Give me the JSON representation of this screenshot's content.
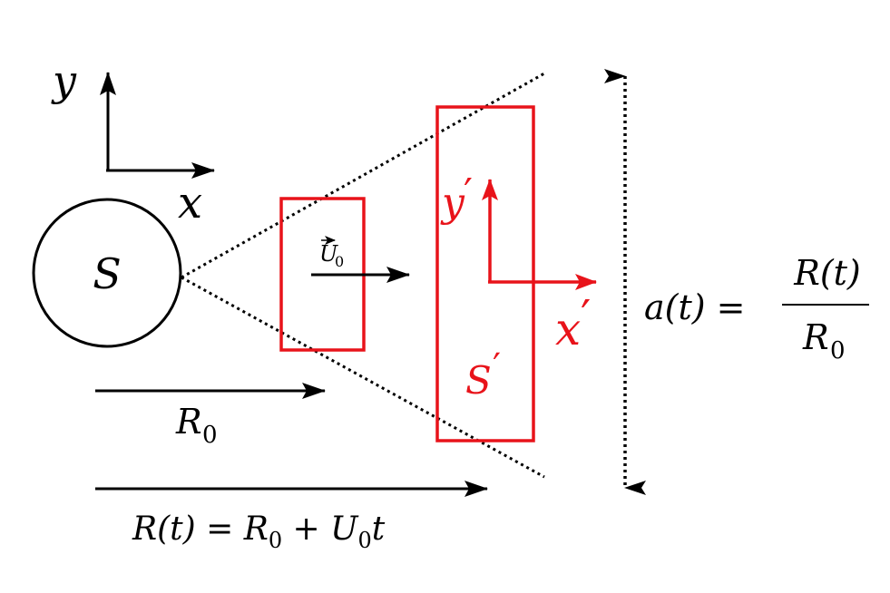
{
  "colors": {
    "ink": "#000000",
    "frame_red": "#e8131a",
    "background": "#ffffff"
  },
  "labels": {
    "axis_y": "y",
    "axis_x": "x",
    "source": "S",
    "velocity_symbol": "U",
    "velocity_subscript": "0",
    "prime_axis_y": "y",
    "prime_axis_x": "x",
    "prime_mark": "′",
    "moving_frame": "S",
    "r0_symbol": "R",
    "r0_subscript": "0",
    "rt_equation_lhs": "R(t) = R",
    "rt_equation_sub": "0",
    "rt_equation_mid": " + U",
    "rt_equation_sub2": "0",
    "rt_equation_end": "t",
    "scale_lhs": "a(t) =",
    "scale_numerator": "R(t)",
    "scale_denominator_symbol": "R",
    "scale_denominator_subscript": "0"
  }
}
